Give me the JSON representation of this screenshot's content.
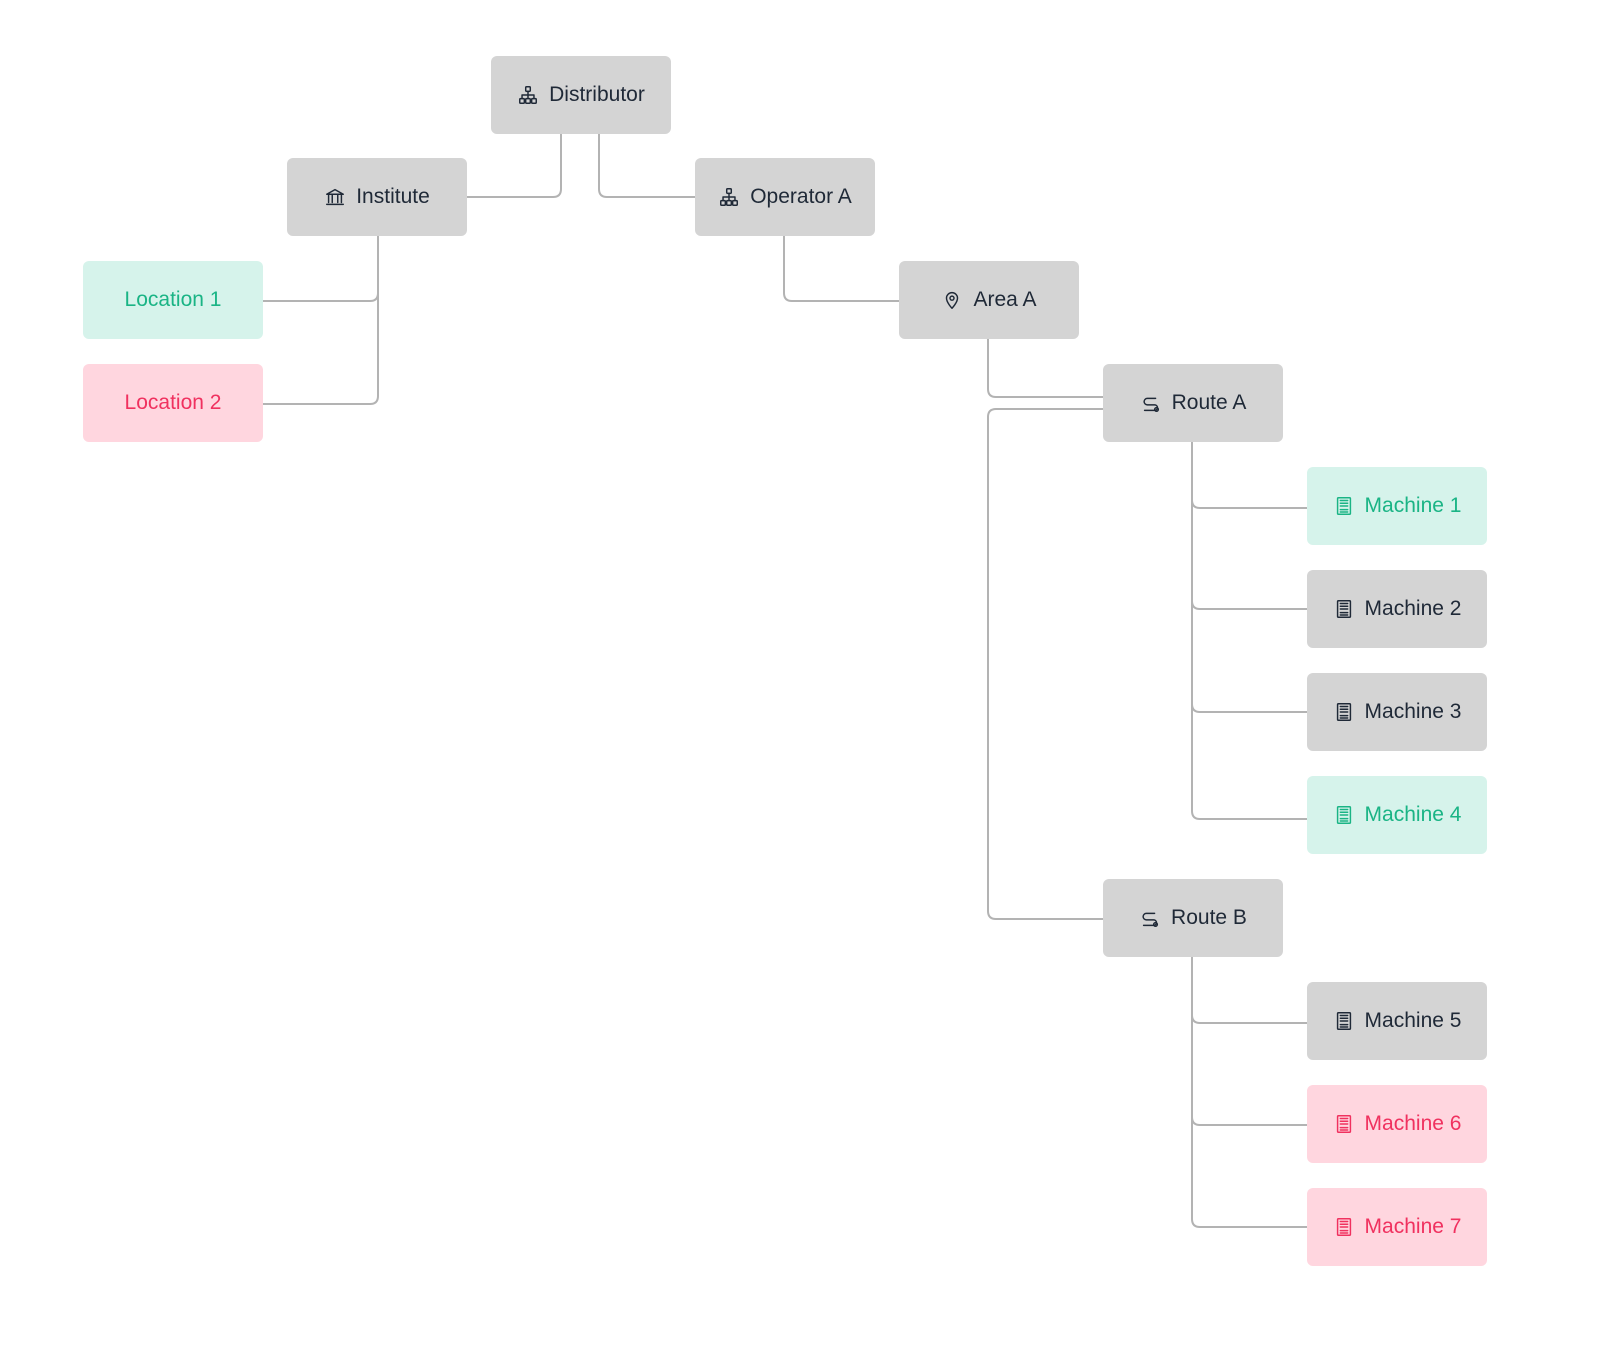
{
  "nodes": {
    "distributor": {
      "label": "Distributor",
      "icon": "network-icon",
      "status": "neutral"
    },
    "institute": {
      "label": "Institute",
      "icon": "bank-icon",
      "status": "neutral"
    },
    "operator_a": {
      "label": "Operator A",
      "icon": "network-icon",
      "status": "neutral"
    },
    "location_1": {
      "label": "Location 1",
      "icon": "",
      "status": "ok"
    },
    "location_2": {
      "label": "Location 2",
      "icon": "",
      "status": "alert"
    },
    "area_a": {
      "label": "Area A",
      "icon": "map-pin-icon",
      "status": "neutral"
    },
    "route_a": {
      "label": "Route A",
      "icon": "route-icon",
      "status": "neutral"
    },
    "route_b": {
      "label": "Route B",
      "icon": "route-icon",
      "status": "neutral"
    },
    "machine_1": {
      "label": "Machine 1",
      "icon": "vending-machine-icon",
      "status": "ok"
    },
    "machine_2": {
      "label": "Machine 2",
      "icon": "vending-machine-icon",
      "status": "neutral"
    },
    "machine_3": {
      "label": "Machine 3",
      "icon": "vending-machine-icon",
      "status": "neutral"
    },
    "machine_4": {
      "label": "Machine 4",
      "icon": "vending-machine-icon",
      "status": "ok"
    },
    "machine_5": {
      "label": "Machine 5",
      "icon": "vending-machine-icon",
      "status": "neutral"
    },
    "machine_6": {
      "label": "Machine 6",
      "icon": "vending-machine-icon",
      "status": "alert"
    },
    "machine_7": {
      "label": "Machine 7",
      "icon": "vending-machine-icon",
      "status": "alert"
    }
  },
  "edges": [
    [
      "distributor",
      "institute"
    ],
    [
      "distributor",
      "operator_a"
    ],
    [
      "institute",
      "location_1"
    ],
    [
      "institute",
      "location_2"
    ],
    [
      "operator_a",
      "area_a"
    ],
    [
      "area_a",
      "route_a"
    ],
    [
      "area_a",
      "route_b"
    ],
    [
      "route_a",
      "machine_1"
    ],
    [
      "route_a",
      "machine_2"
    ],
    [
      "route_a",
      "machine_3"
    ],
    [
      "route_a",
      "machine_4"
    ],
    [
      "route_b",
      "machine_5"
    ],
    [
      "route_b",
      "machine_6"
    ],
    [
      "route_b",
      "machine_7"
    ]
  ],
  "colors": {
    "neutral_bg": "#d4d4d4",
    "neutral_text": "#1f2937",
    "ok_bg": "#d6f3eb",
    "ok_text": "#1ab485",
    "alert_bg": "#ffd6df",
    "alert_text": "#f0315f",
    "connector": "#b3b3b3"
  }
}
